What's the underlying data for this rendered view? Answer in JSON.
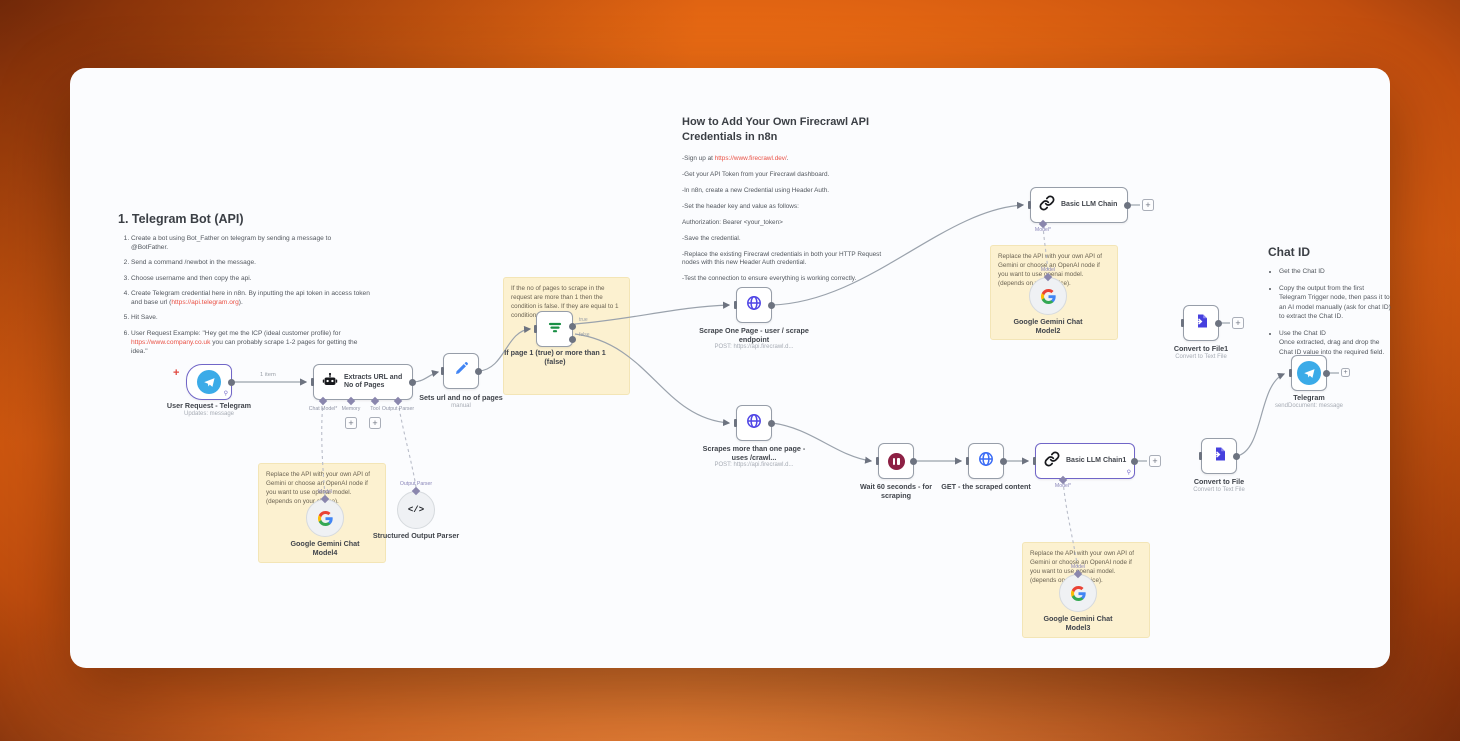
{
  "notes": {
    "telegram_bot": {
      "title": "1. Telegram Bot (API)",
      "item1": "Create a bot using Bot_Father on telegram by sending a message to @BotFather.",
      "item2": "Send a command /newbot in the message.",
      "item3": "Choose username and then copy the api.",
      "item4a": "Create Telegram credential here in n8n. By inputting the api token in access token and base url (",
      "item4_link": "https://api.telegram.org",
      "item4b": ").",
      "item5": "Hit Save.",
      "item6a": "User Request Example: \"Hey get me the ICP (ideal customer profile) for ",
      "item6_link": "https://www.company.co.uk",
      "item6b": " you can probably scrape 1-2 pages for getting the idea.\""
    },
    "firecrawl": {
      "title": "How to Add Your Own Firecrawl API Credentials in n8n",
      "item1a": "-Sign up at ",
      "item1_link": "https://www.firecrawl.dev/",
      "item1b": ".",
      "item2": "-Get your API Token from your Firecrawl dashboard.",
      "item3": "-In n8n, create a new Credential using Header Auth.",
      "item4": "-Set the header key and value as follows:",
      "item5": "Authorization: Bearer <your_token>",
      "item6": "-Save the credential.",
      "item7": "-Replace the existing Firecrawl credentials in both your HTTP Request nodes with this new Header Auth credential.",
      "item8": "-Test the connection to ensure everything is working correctly."
    },
    "chat_id": {
      "title": "Chat ID",
      "item1": "Get the Chat ID",
      "item2": "Copy the output from the first Telegram Trigger node, then pass it to an AI model manually (ask for chat ID) to extract the Chat ID.",
      "item3a": "Use the Chat ID",
      "item3b": "Once extracted, drag and drop the Chat ID value into the required field."
    }
  },
  "stickies": {
    "if_note": "If the no of pages to scrape in the request are more than 1 then the condition is false. If they are equal to 1 conditions is true.",
    "replace_api": "Replace the API with your own API of Gemini or choose an OpenAI node if you want to use openai model. (depends on your choice)."
  },
  "nodes": {
    "trigger": {
      "label": "User Request - Telegram",
      "sub": "Updates: message"
    },
    "agent": {
      "label": "Extracts URL and No of Pages"
    },
    "set": {
      "label": "Sets url and no of pages",
      "sub": "manual"
    },
    "if": {
      "label": "If page 1 (true) or more than 1 (false)"
    },
    "scrape_one": {
      "label": "Scrape One Page - user / scrape endpoint",
      "sub": "POST: https://api.firecrawl.d..."
    },
    "scrape_many": {
      "label": "Scrapes more than one page - uses /crawl...",
      "sub": "POST: https://api.firecrawl.d..."
    },
    "wait": {
      "label": "Wait 60 seconds - for scraping"
    },
    "get": {
      "label": "GET - the scraped content"
    },
    "llm_chain": {
      "label": "Basic LLM Chain"
    },
    "llm_chain1": {
      "label": "Basic LLM Chain1"
    },
    "gemini2": {
      "label": "Google Gemini Chat Model2"
    },
    "gemini3": {
      "label": "Google Gemini Chat Model3"
    },
    "gemini4": {
      "label": "Google Gemini Chat Model4"
    },
    "parser": {
      "label": "Structured Output Parser"
    },
    "file1": {
      "label": "Convert to File1",
      "sub": "Convert to Text File"
    },
    "file": {
      "label": "Convert to File",
      "sub": "Convert to Text File"
    },
    "telegram_send": {
      "label": "Telegram",
      "sub": "sendDocument: message"
    }
  },
  "labels": {
    "one_item": "1 item",
    "true": "true",
    "false": "false",
    "chat_model": "Chat Model*",
    "memory": "Memory",
    "tool": "Tool",
    "output_parser": "Output Parser",
    "model_req": "Model*",
    "model": "Model",
    "plus": "+"
  },
  "colors": {
    "accent_orange": "#f06f14",
    "canvas": "#fbfcfe",
    "sticky": "#fcf1d0",
    "link": "#ea5044",
    "node_border": "#979ea9",
    "selected_border": "#7166c8",
    "wire": "#9aa2ac",
    "http_icon": "#5046e5",
    "if_icon": "#1a8f45",
    "wait_icon": "#8d2044",
    "telegram_icon": "#3babe8",
    "file_icon": "#4640de"
  }
}
